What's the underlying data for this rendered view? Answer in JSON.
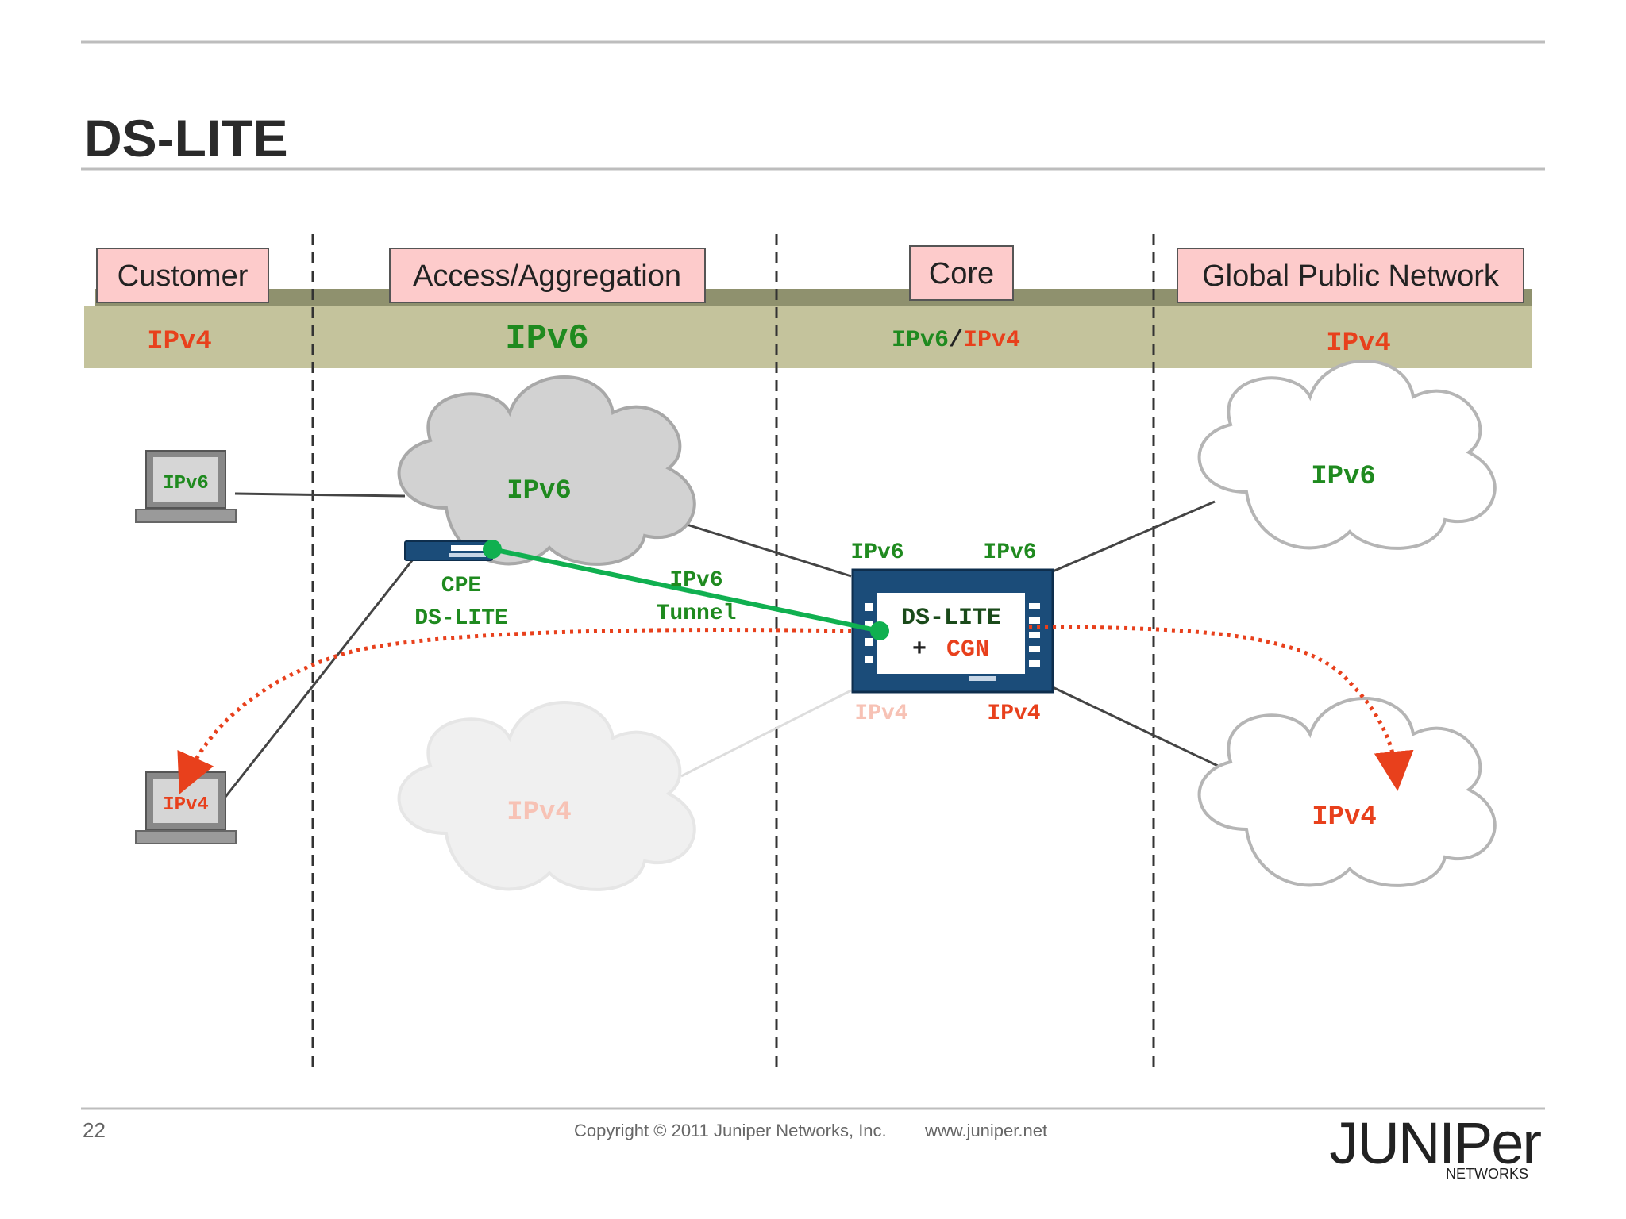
{
  "slide": {
    "title": "DS-LITE",
    "page_number": "22",
    "copyright": "Copyright © 2011 Juniper Networks, Inc.",
    "website": "www.juniper.net",
    "logo_text": "JUNIPer",
    "logo_subtext": "NETWORKS"
  },
  "colors": {
    "ipv6": "#1f8a1f",
    "ipv4": "#e8401c",
    "band": "#c4c39c",
    "zone_label_bg": "#fdcbcb",
    "tunnel": "#10b050",
    "device_blue": "#1b4c79"
  },
  "zones": [
    {
      "label": "Customer",
      "protocol": "IPv4"
    },
    {
      "label": "Access/Aggregation",
      "protocol": "IPv6"
    },
    {
      "label": "Core",
      "protocol_a": "IPv6",
      "separator": "/",
      "protocol_b": "IPv4"
    },
    {
      "label": "Global Public Network",
      "protocol": "IPv4"
    }
  ],
  "hosts": [
    {
      "label": "IPv6"
    },
    {
      "label": "IPv4"
    }
  ],
  "clouds": {
    "access_ipv6": "IPv6",
    "access_ipv4": "IPv4",
    "global_ipv6": "IPv6",
    "global_ipv4": "IPv4"
  },
  "cpe": {
    "line1": "CPE",
    "line2": "DS-LITE"
  },
  "tunnel": {
    "line1": "IPv6",
    "line2": "Tunnel"
  },
  "aftr": {
    "line1": "DS-LITE",
    "plus": "+",
    "cgn": "CGN",
    "port_ipv6_left": "IPv6",
    "port_ipv6_right": "IPv6",
    "port_ipv4_left": "IPv4",
    "port_ipv4_right": "IPv4"
  }
}
